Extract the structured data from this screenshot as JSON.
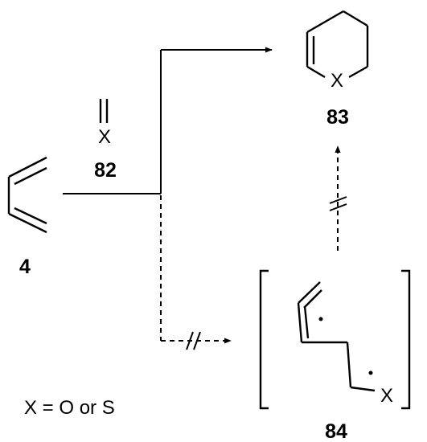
{
  "diagram": {
    "atom_x": "X",
    "compound_labels": {
      "butadiene": "4",
      "heterodienophile": "82",
      "dihydropyran": "83",
      "diradical": "84"
    },
    "blocked_marker": "//",
    "footnote": "X = O or S"
  }
}
